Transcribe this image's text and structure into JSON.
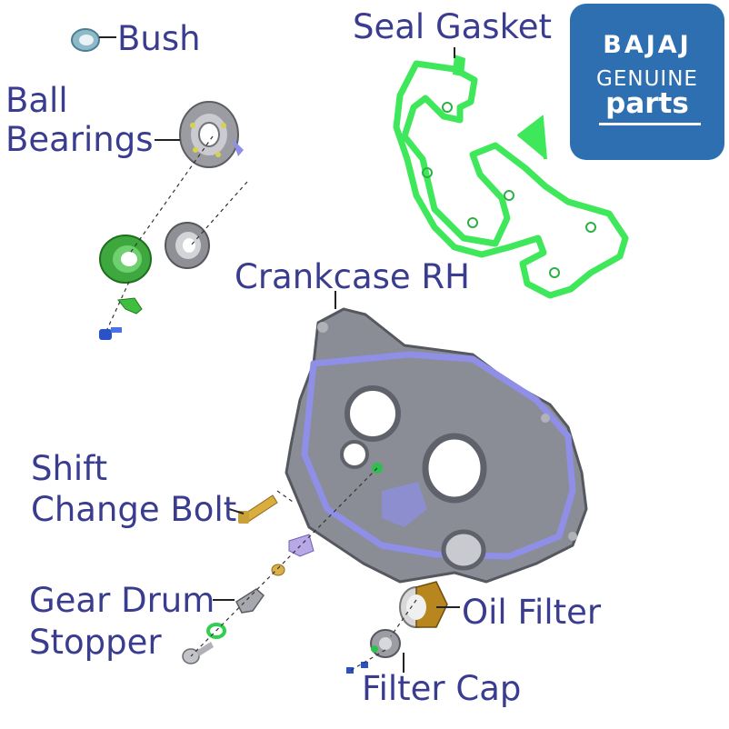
{
  "labels": {
    "bush": "Bush",
    "ball_bearings_line1": "Ball",
    "ball_bearings_line2": "Bearings",
    "seal_gasket": "Seal Gasket",
    "crankcase_rh": "Crankcase RH",
    "shift_line1": "Shift",
    "shift_line2": "Change Bolt",
    "gear_line1": "Gear Drum",
    "gear_line2": "Stopper",
    "oil_filter": "Oil Filter",
    "filter_cap": "Filter Cap"
  },
  "logo": {
    "brand": "BAJAJ",
    "line1": "GENUINE",
    "line2": "parts"
  },
  "colors": {
    "label_text": "#3a3d8f",
    "logo_bg": "#2d6fb0",
    "gasket_green": "#3fe85a",
    "crankcase_grey": "#8a8d95",
    "seal_purple": "#8f8fe8"
  }
}
